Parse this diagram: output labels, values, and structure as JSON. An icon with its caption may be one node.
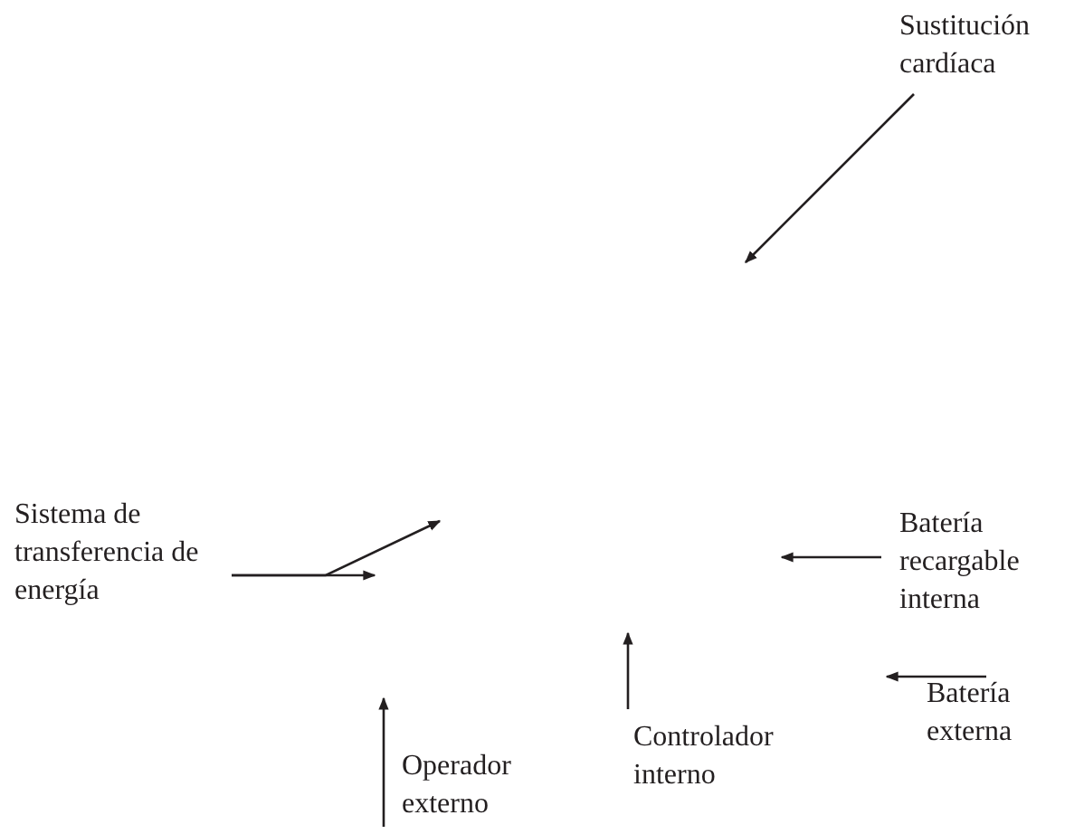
{
  "diagram": {
    "nodes": [
      {
        "text": [
          "Sustitución cardíaca"
        ]
      },
      {
        "text": [
          "Sistema de transferencia de energía"
        ]
      },
      {
        "text": [
          "Batería recargable interna"
        ]
      },
      {
        "text": [
          "Batería externa"
        ]
      },
      {
        "text": [
          "Controlador interno"
        ]
      },
      {
        "text": [
          "Operador externo"
        ]
      }
    ],
    "edges": [
      {
        "from": 0,
        "to": null,
        "arrow": "to"
      },
      {
        "from": 1,
        "to": null,
        "arrow": "to"
      },
      {
        "from": 1,
        "to": null,
        "arrow": "to"
      },
      {
        "from": 2,
        "to": null,
        "arrow": "to"
      },
      {
        "from": 3,
        "to": null,
        "arrow": "to"
      },
      {
        "from": 4,
        "to": null,
        "arrow": "to"
      },
      {
        "from": 5,
        "to": null,
        "arrow": "to"
      }
    ]
  }
}
